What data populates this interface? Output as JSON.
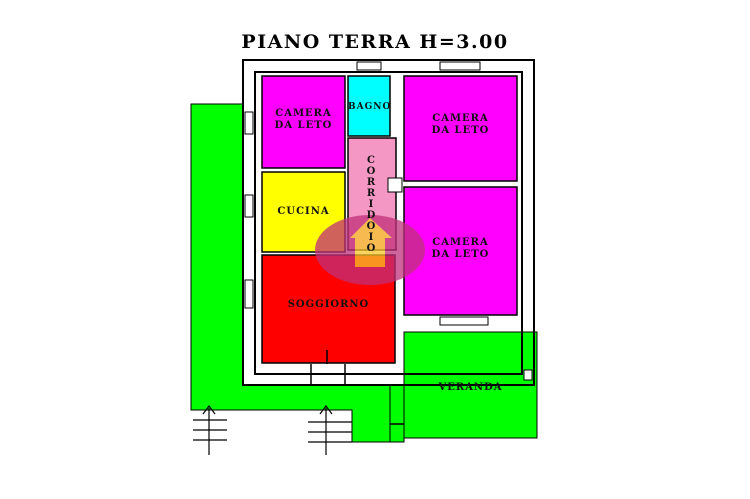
{
  "title": "PIANO TERRA H=3.00",
  "rooms": {
    "camera_nw": "CAMERA\nDA LETO",
    "bagno": "BAGNO",
    "corridoio": "C\nO\nR\nR\nI\nD\nO\nI\nO",
    "camera_ne": "CAMERA\nDA LETO",
    "cucina": "CUCINA",
    "camera_e": "CAMERA\nDA LETO",
    "soggiorno": "SOGGIORNO",
    "veranda": "VERANDA"
  },
  "colors": {
    "bedroom": "#ff00ff",
    "bathroom": "#00ffff",
    "corridor": "#f497c4",
    "kitchen": "#ffff00",
    "living": "#ff0000",
    "garden": "#00ff00",
    "wall": "#000000",
    "logo": "#c0307a"
  }
}
